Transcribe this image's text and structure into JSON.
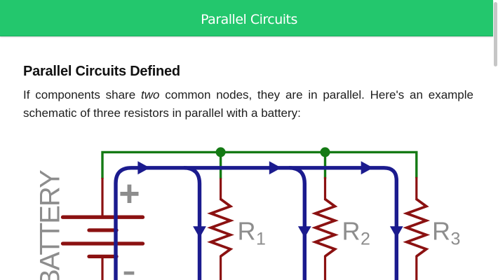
{
  "header": {
    "title": "Parallel Circuits",
    "background_color": "#23c76d",
    "text_color": "#ffffff"
  },
  "scrollbar": {
    "thumb_color": "#c6c6c6"
  },
  "article": {
    "heading": "Parallel Circuits Defined",
    "paragraph": {
      "before_italic": "If components share",
      "italic": "two",
      "after_italic": "common nodes, they are in parallel. Here's an example schematic of three resistors in parallel with a battery:"
    }
  },
  "schematic": {
    "labels": {
      "battery": "BATTERY",
      "plus": "+",
      "minus": "-",
      "resistors": [
        {
          "base": "R",
          "sub": "1"
        },
        {
          "base": "R",
          "sub": "2"
        },
        {
          "base": "R",
          "sub": "3"
        }
      ]
    },
    "colors": {
      "wire_green": "#147a14",
      "current_blue": "#1b1b8e",
      "component_red": "#8b1111",
      "label_gray": "#8d8d8d"
    }
  }
}
